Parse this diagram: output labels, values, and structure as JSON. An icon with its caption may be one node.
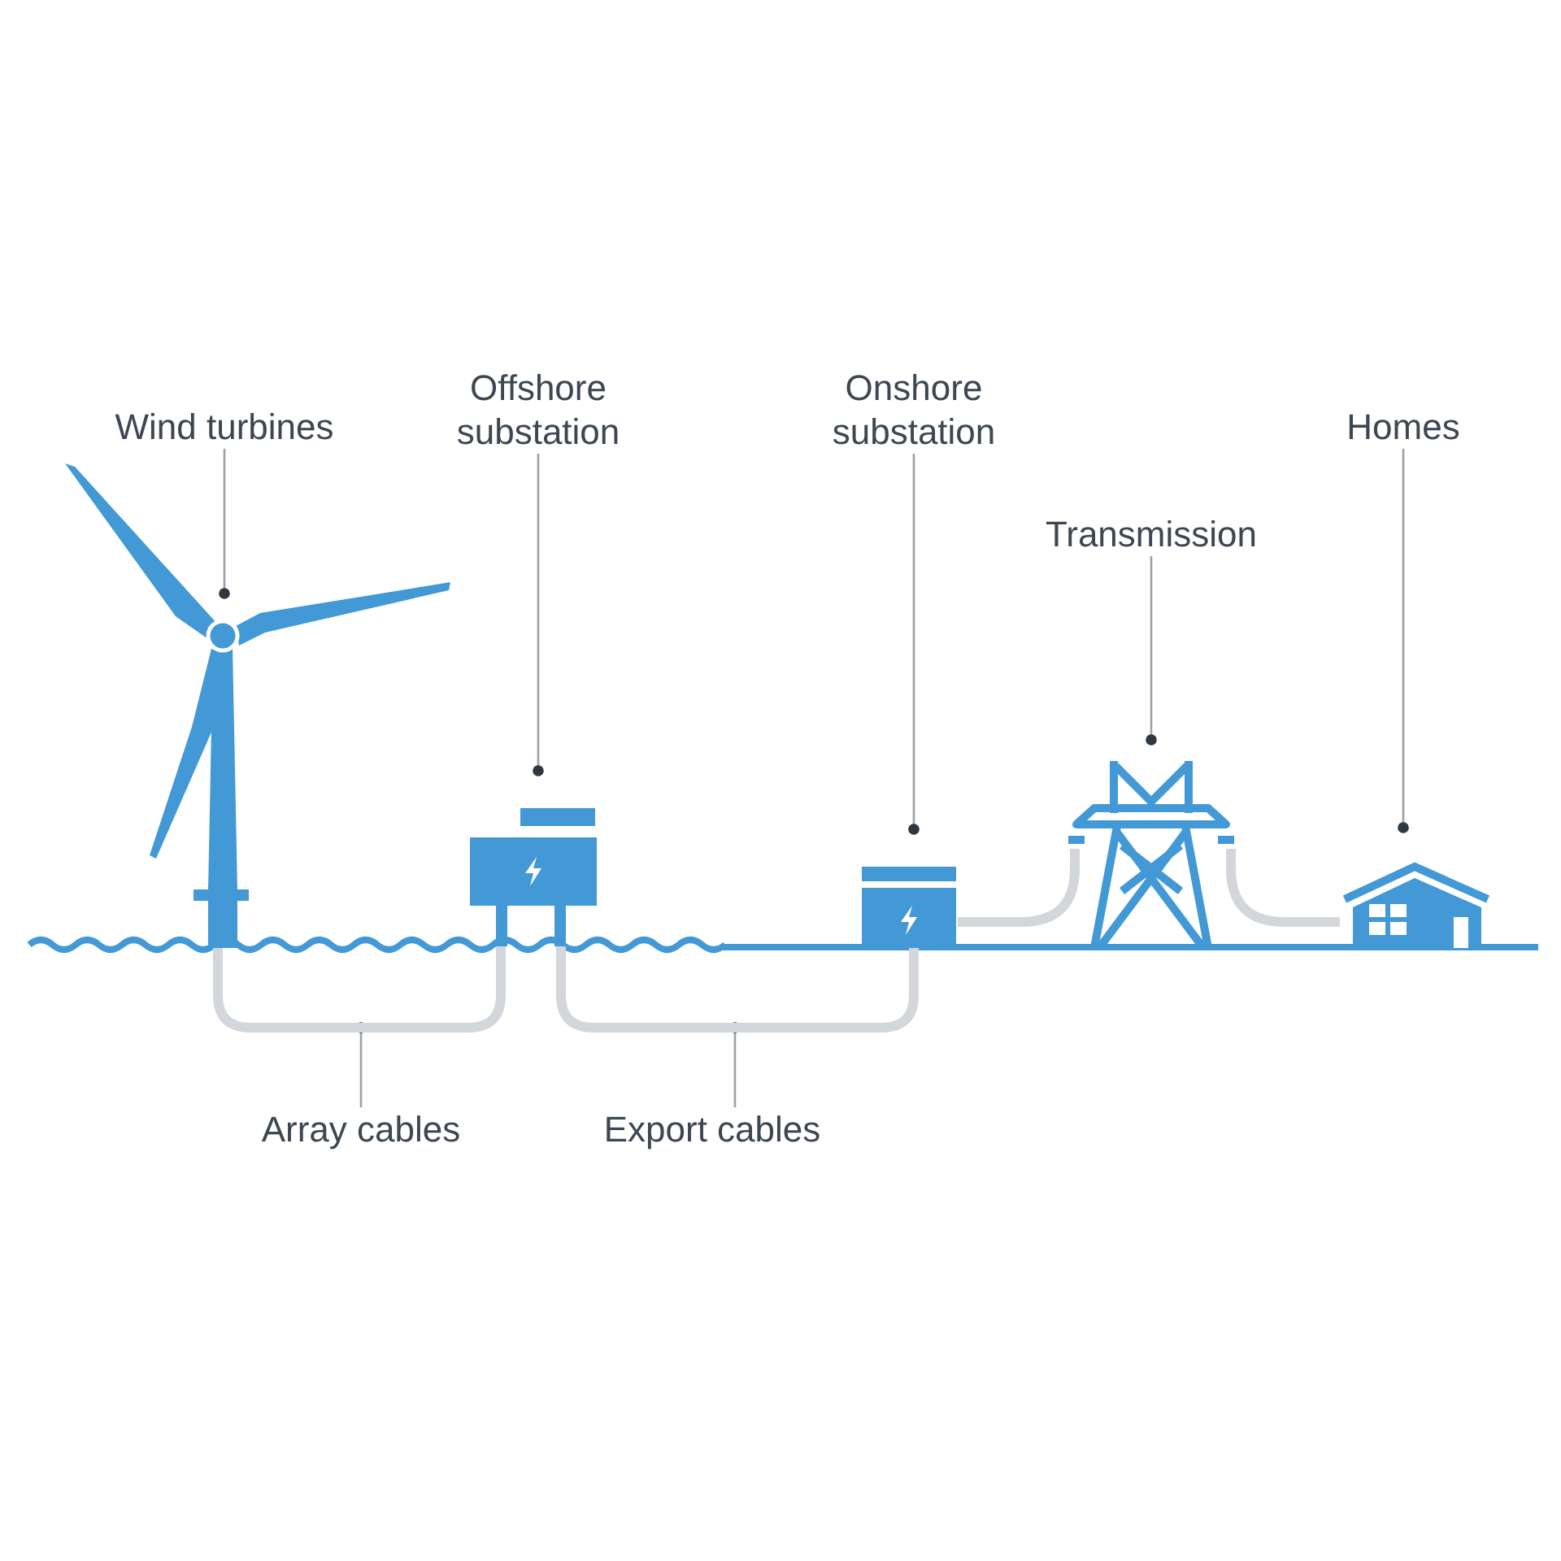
{
  "diagram": {
    "nodes": [
      {
        "text": [
          "Wind turbines"
        ]
      },
      {
        "text": [
          "Offshore substation"
        ]
      },
      {
        "text": [
          "Onshore substation"
        ]
      },
      {
        "text": [
          "Transmission"
        ]
      },
      {
        "text": [
          "Homes"
        ]
      },
      {
        "text": [],
        "shape": "picture"
      },
      {
        "text": [],
        "shape": "picture"
      },
      {
        "text": [],
        "shape": "picture"
      },
      {
        "text": [],
        "shape": "picture"
      },
      {
        "text": [],
        "shape": "picture"
      },
      {
        "text": [
          "Array cables"
        ]
      },
      {
        "text": [
          "Export cables"
        ]
      }
    ],
    "edges": [
      {
        "from": 0,
        "to": 5,
        "arrow": "other"
      },
      {
        "from": 1,
        "to": 6,
        "arrow": "other"
      },
      {
        "from": 2,
        "to": 7,
        "arrow": "other"
      },
      {
        "from": 3,
        "to": 8,
        "arrow": "other"
      },
      {
        "from": 4,
        "to": 9,
        "arrow": "other"
      },
      {
        "from": 10,
        "to": null,
        "arrow": "other"
      },
      {
        "from": 11,
        "to": null,
        "arrow": "other"
      },
      {
        "from": 5,
        "to": 6,
        "arrow": "none",
        "style": "thick",
        "color": "#d3d6da"
      },
      {
        "from": 6,
        "to": 7,
        "arrow": "none",
        "style": "thick",
        "color": "#d3d6da"
      },
      {
        "from": 7,
        "to": 8,
        "arrow": "none",
        "style": "thick",
        "color": "#d3d6da"
      },
      {
        "from": 8,
        "to": 9,
        "arrow": "none",
        "style": "thick",
        "color": "#d3d6da"
      }
    ]
  }
}
